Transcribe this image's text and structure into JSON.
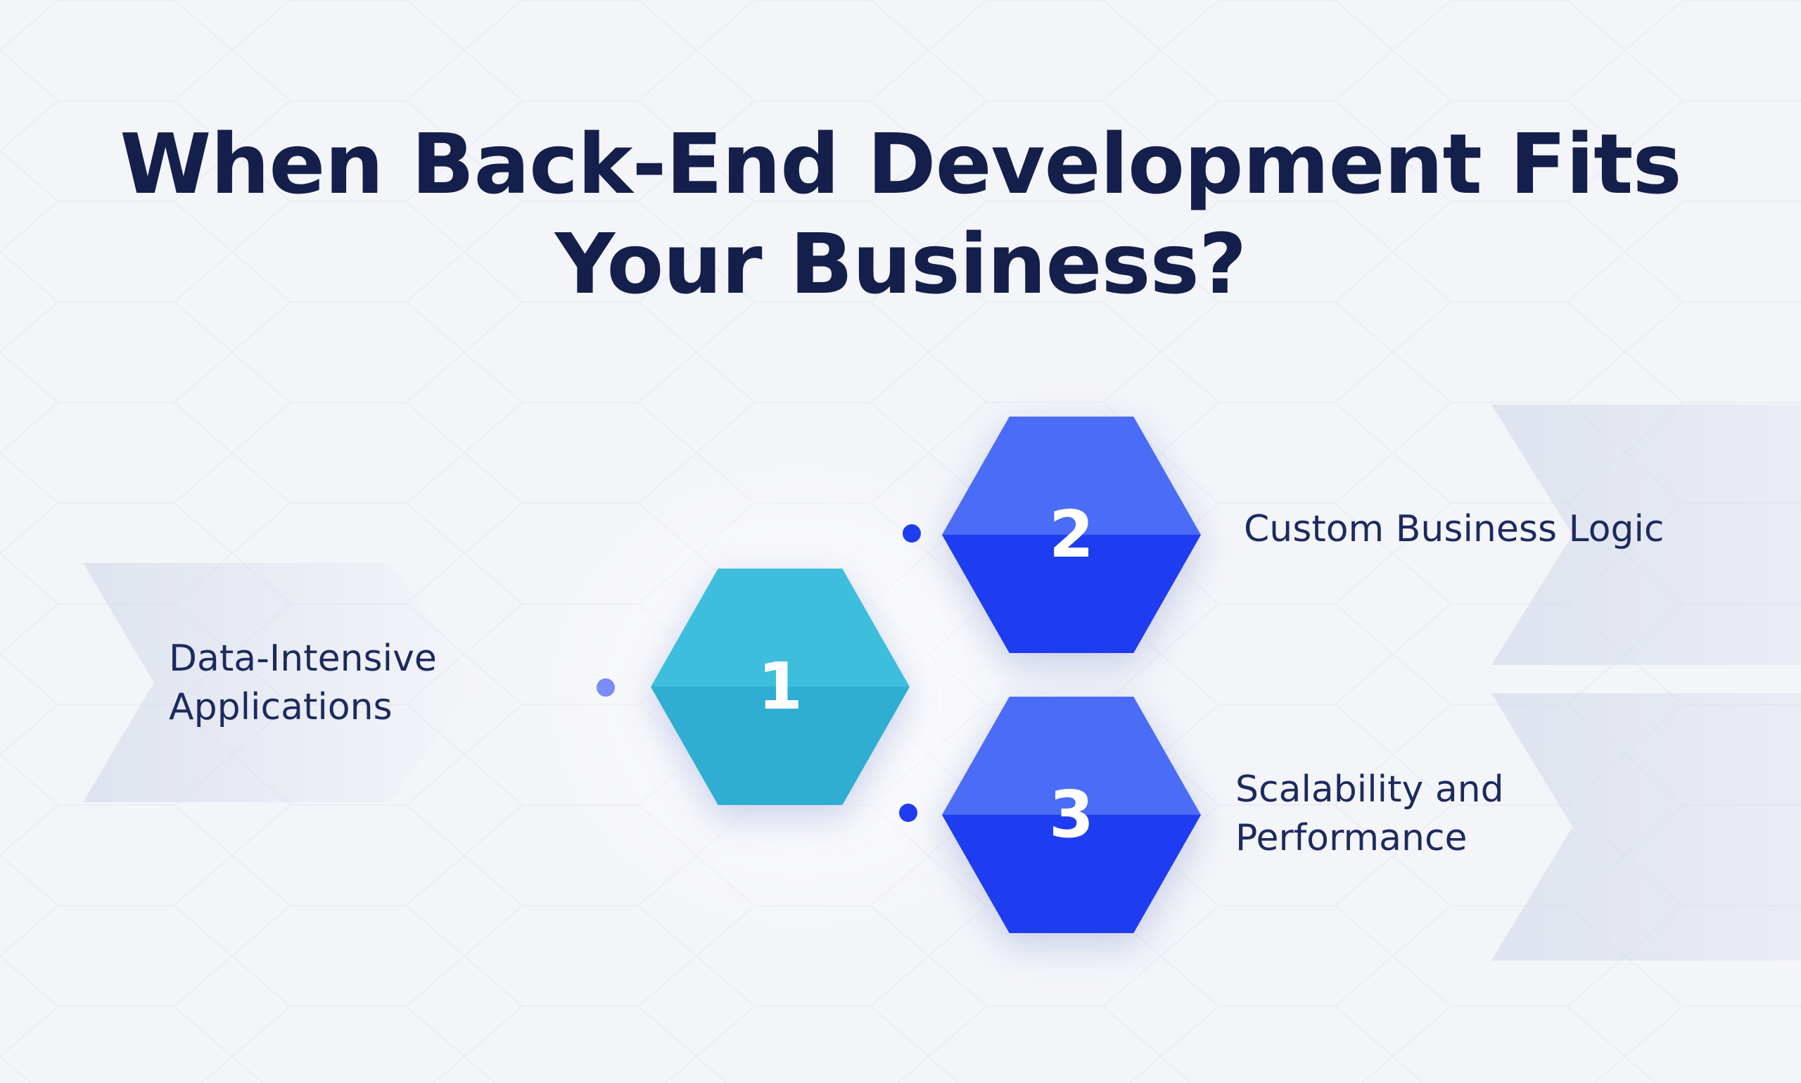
{
  "title": "When Back-End Development Fits Your Business?",
  "items": [
    {
      "number": "1",
      "label": "Data-Intensive Applications"
    },
    {
      "number": "2",
      "label": "Custom Business Logic"
    },
    {
      "number": "3",
      "label": "Scalability and Performance"
    }
  ],
  "colors": {
    "background": "#f4f5f9",
    "title": "#141f4b",
    "label": "#1c2b5e",
    "hex1_top": "#3dbedd",
    "hex1_bottom": "#2fadd2",
    "hex2_top": "#4a6cf6",
    "hex2_bottom": "#1e3cf0",
    "dot1": "#7b8bf7",
    "dot2": "#1e3cf0",
    "dot3": "#1e3cf0"
  },
  "decorations": {
    "background_pattern": "hexagon-outline-grid",
    "left_shape": "chevron-arrow-right",
    "right_shapes": "chevron-arrow-right"
  }
}
